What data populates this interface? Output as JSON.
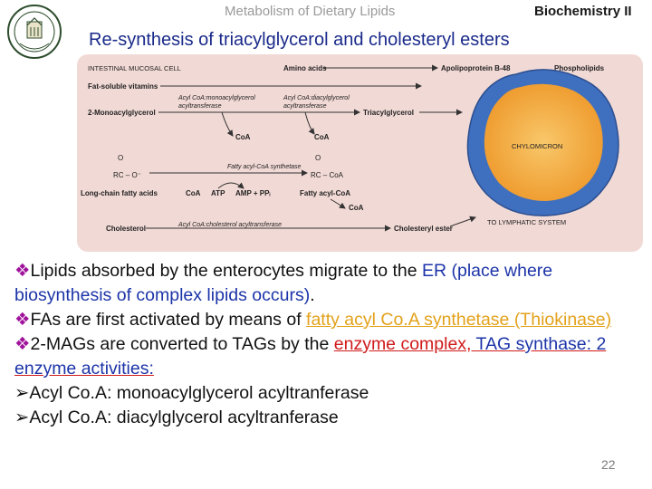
{
  "header": {
    "left": "Metabolism of Dietary Lipids",
    "right": "Biochemistry II"
  },
  "title": "Re-synthesis of triacylglycerol and cholesteryl esters",
  "slide_number": "22",
  "figure": {
    "cell_label": "INTESTINAL MUCOSAL CELL",
    "fat_soluble_vitamins": "Fat-soluble vitamins",
    "amino_acids": "Amino acids",
    "apoprotein": "Apolipoprotein B-48",
    "phospholipids": "Phospholipids",
    "mag": "2-Monoacylglycerol",
    "enzyme1": "Acyl CoA:monoacylglycerol",
    "enzyme1b": "acyltransferase",
    "enzyme2": "Acyl CoA:diacylglycerol",
    "enzyme2b": "acyltransferase",
    "tag": "Triacylglycerol",
    "coa": "CoA",
    "coa2": "CoA",
    "chylomicron": "CHYLOMICRON",
    "fatty_acyl_synthetase": "Fatty acyl-CoA synthetase",
    "rc_o": "O",
    "rc_line": "RC – O⁻",
    "rc_o2": "O",
    "rc_line2": "RC – CoA",
    "lcfa": "Long-chain fatty acids",
    "coa3": "CoA",
    "atp": "ATP",
    "amp": "AMP + PPᵢ",
    "fatty_acyl_coa": "Fatty acyl-CoA",
    "coa4": "CoA",
    "cholesterol": "Cholesterol",
    "enzyme3": "Acyl CoA:cholesterol acyltransferase",
    "cholesteryl_ester": "Cholesteryl ester",
    "lymphatic": "TO LYMPHATIC SYSTEM"
  },
  "bullets": {
    "b1_t1": "Lipids absorbed by the enterocytes migrate to the ",
    "b1_t2": "ER (place where  biosynthesis of complex lipids  occurs)",
    "b1_t3": ".",
    "b2_t1": "FAs are first activated by means of ",
    "b2_t2": "fatty acyl Co.A synthetase (Thiokinase)",
    "b3_t1": "2-MAGs are converted to TAGs by the ",
    "b3_t2": "enzyme complex, ",
    "b3_t3": "TAG synthase",
    "b3_t4": ": 2 enzyme activities:",
    "b4": "Acyl Co.A: monoacylglycerol acyltranferase",
    "b5": "Acyl Co.A: diacylglycerol acyltranferase"
  },
  "colors": {
    "title": "#1a2a8a",
    "blue_text": "#1c34a8",
    "orange_text": "#e3a21c",
    "red_text": "#d11b1b",
    "bullet_diamond": "#a0149c",
    "cell_bg": "#f1d9d5",
    "chylomicron_core": "#f2a33a",
    "chylomicron_shell": "#3f6fbf"
  },
  "icons": {
    "bullet": "diamond-bullet-icon",
    "sub_bullet": "arrow-bullet-icon",
    "logo": "university-seal-logo"
  }
}
